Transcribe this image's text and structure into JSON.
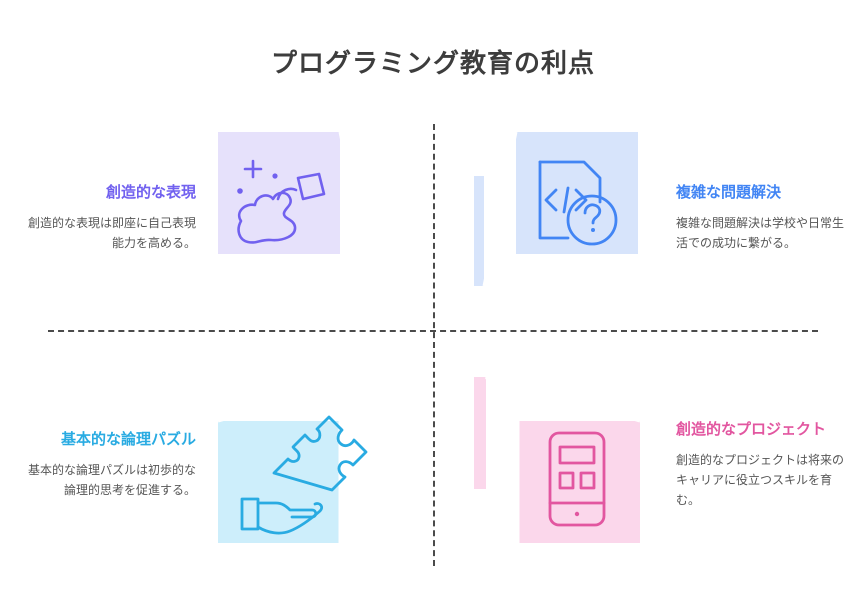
{
  "title": "プログラミング教育の利点",
  "colors": {
    "purple": "#7161ef",
    "purple_fill": "#e6e1fb",
    "blue": "#4285f4",
    "blue_fill": "#d7e4fb",
    "cyan": "#29abe2",
    "cyan_fill": "#cdeefb",
    "pink": "#e256a0",
    "pink_fill": "#fbd7eb",
    "title_text": "#3d3d3d",
    "body_text": "#555555",
    "divider": "#4a4a4a"
  },
  "cards": [
    {
      "id": "creative-expression",
      "heading": "創造的な表現",
      "description": "創造的な表現は即座に自己表現能力を高める。",
      "icon": "paint-blob-icon",
      "color": "#7161ef",
      "fill": "#e6e1fb"
    },
    {
      "id": "complex-problem-solving",
      "heading": "複雑な問題解決",
      "description": "複雑な問題解決は学校や日常生活での成功に繋がる。",
      "icon": "code-file-question-icon",
      "color": "#4285f4",
      "fill": "#d7e4fb"
    },
    {
      "id": "basic-logic-puzzles",
      "heading": "基本的な論理パズル",
      "description": "基本的な論理パズルは初歩的な論理的思考を促進する。",
      "icon": "hand-puzzle-piece-icon",
      "color": "#29abe2",
      "fill": "#cdeefb"
    },
    {
      "id": "creative-projects",
      "heading": "創造的なプロジェクト",
      "description": "創造的なプロジェクトは将来のキャリアに役立つスキルを育む。",
      "icon": "smartphone-icon",
      "color": "#e256a0",
      "fill": "#fbd7eb"
    }
  ]
}
